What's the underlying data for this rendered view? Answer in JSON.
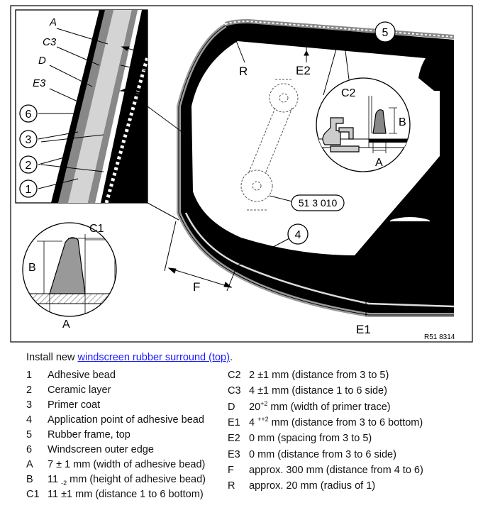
{
  "diagram": {
    "ref_code": "R51 8314",
    "part_number": "51 3 010",
    "callouts": {
      "A": "A",
      "B": "B",
      "C1": "C1",
      "C2": "C2",
      "C3": "C3",
      "D": "D",
      "E1": "E1",
      "E2": "E2",
      "E3": "E3",
      "F": "F",
      "R": "R",
      "n1": "1",
      "n2": "2",
      "n3": "3",
      "n4": "4",
      "n5": "5",
      "n6": "6"
    }
  },
  "install": {
    "prefix": "Install new ",
    "link": "windscreen rubber surround (top)",
    "suffix": "."
  },
  "legend_left": [
    {
      "key": "1",
      "desc": "Adhesive bead"
    },
    {
      "key": "2",
      "desc": "Ceramic layer"
    },
    {
      "key": "3",
      "desc": "Primer coat"
    },
    {
      "key": "4",
      "desc": "Application point of adhesive bead"
    },
    {
      "key": "5",
      "desc": "Rubber frame, top"
    },
    {
      "key": "6",
      "desc": "Windscreen outer edge"
    },
    {
      "key": "A",
      "desc": "7 ± 1 mm (width of adhesive bead)"
    },
    {
      "key": "B",
      "desc": "11 -2 mm (height of adhesive bead)",
      "desc_pre": "11 ",
      "desc_sub": "-2",
      "desc_post": " mm (height of adhesive bead)"
    },
    {
      "key": "C1",
      "desc": "11 ±1 mm (distance 1 to 6 bottom)"
    }
  ],
  "legend_right": [
    {
      "key": "C2",
      "desc": "2 ±1 mm (distance from 3 to 5)"
    },
    {
      "key": "C3",
      "desc": "4 ±1 mm (distance 1 to 6 side)"
    },
    {
      "key": "D",
      "desc": "20+2 mm (width of primer trace)",
      "desc_pre": "20",
      "desc_sup": "+2",
      "desc_post": " mm (width of primer trace)"
    },
    {
      "key": "E1",
      "desc": "4 ++2 mm (distance from 3 to 6 bottom)",
      "desc_pre": "4 ",
      "desc_sup": "++2",
      "desc_post": " mm (distance from 3 to 6 bottom)"
    },
    {
      "key": "E2",
      "desc": "0 mm (spacing from 3 to 5)"
    },
    {
      "key": "E3",
      "desc": "0 mm (distance from 3 to 6 side)"
    },
    {
      "key": "F",
      "desc": "approx. 300 mm (distance from 4 to 6)"
    },
    {
      "key": "R",
      "desc": "approx. 20 mm (radius of 1)"
    }
  ]
}
